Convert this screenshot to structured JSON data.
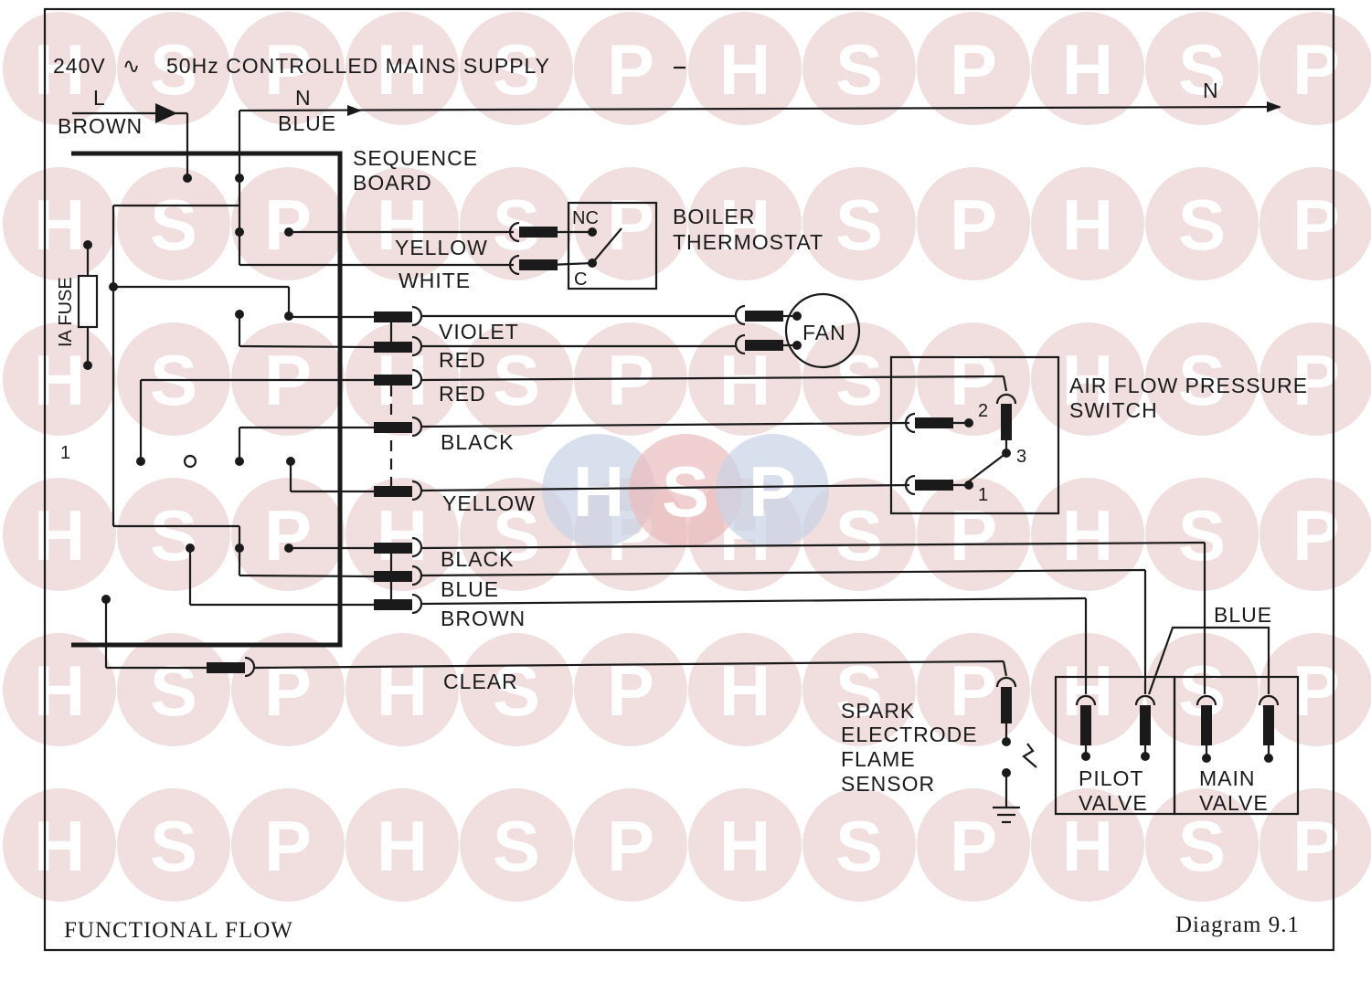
{
  "header": {
    "supply_prefix": "240V",
    "supply_symbol": "∿",
    "supply_suffix": "50Hz CONTROLLED MAINS SUPPLY",
    "live_letter": "L",
    "live_colour": "BROWN",
    "neutral_letter": "N",
    "neutral_colour": "BLUE",
    "neutral_end_letter": "N"
  },
  "components": {
    "sequence_board": [
      "SEQUENCE",
      "BOARD"
    ],
    "fuse": "IA FUSE",
    "boiler_thermostat": [
      "BOILER",
      "THERMOSTAT"
    ],
    "thermostat_nc": "NC",
    "thermostat_c": "C",
    "fan": "FAN",
    "air_flow_switch": [
      "AIR FLOW PRESSURE",
      "SWITCH"
    ],
    "switch_terminals": [
      "2",
      "3",
      "1"
    ],
    "spark_electrode": [
      "SPARK",
      "ELECTRODE",
      "FLAME",
      "SENSOR"
    ],
    "pilot_valve": [
      "PILOT",
      "VALVE"
    ],
    "main_valve": [
      "MAIN",
      "VALVE"
    ],
    "side_marker": "1"
  },
  "wires": {
    "yellow_thermo": "YELLOW",
    "white_thermo": "WHITE",
    "violet": "VIOLET",
    "red_fan": "RED",
    "red_switch": "RED",
    "black_switch": "BLACK",
    "yellow_switch": "YELLOW",
    "black_valve": "BLACK",
    "blue_valve": "BLUE",
    "brown_valve": "BROWN",
    "clear": "CLEAR",
    "blue_link": "BLUE"
  },
  "footer": {
    "title": "FUNCTIONAL FLOW",
    "diagram_ref": "Diagram 9.1"
  },
  "colors": {
    "ink": "#1a1a1a",
    "watermark": "#f1dede",
    "watermark_center_blue": "#c9d3e6"
  }
}
